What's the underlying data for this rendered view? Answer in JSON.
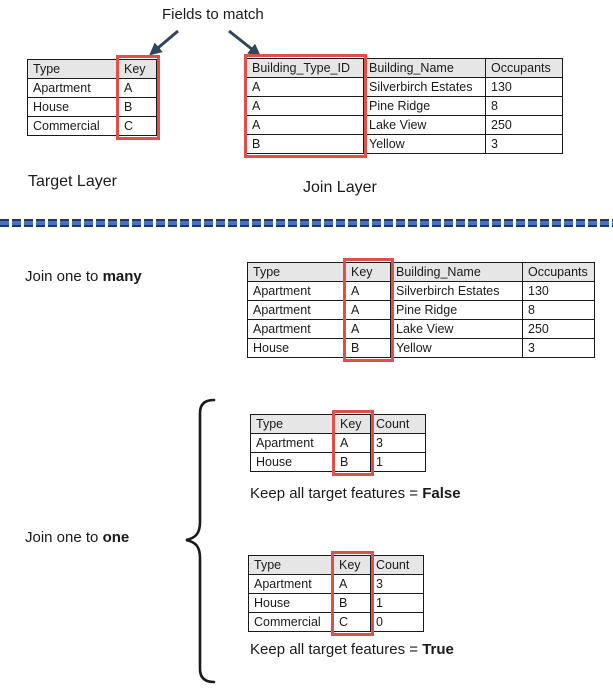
{
  "title": "Fields to match",
  "colors": {
    "highlight_red": "#E0504A",
    "arrow_navy": "#31455C",
    "dash_blue": "#4472C4",
    "dash_dark_navy": "#1F3864",
    "header_gray": "#E7E6E6"
  },
  "target_layer": {
    "label": "Target Layer",
    "table": {
      "headers": [
        "Type",
        "Key"
      ],
      "rows": [
        [
          "Apartment",
          "A"
        ],
        [
          "House",
          "B"
        ],
        [
          "Commercial",
          "C"
        ]
      ],
      "highlight_col": 1
    }
  },
  "join_layer": {
    "label": "Join Layer",
    "table": {
      "headers": [
        "Building_Type_ID",
        "Building_Name",
        "Occupants"
      ],
      "rows": [
        [
          "A",
          "Silverbirch Estates",
          "130"
        ],
        [
          "A",
          "Pine Ridge",
          "8"
        ],
        [
          "A",
          "Lake View",
          "250"
        ],
        [
          "B",
          "Yellow",
          "3"
        ]
      ],
      "highlight_col": 0
    }
  },
  "one_to_many": {
    "label_prefix": "Join one to ",
    "label_bold": "many",
    "table": {
      "headers": [
        "Type",
        "Key",
        "Building_Name",
        "Occupants"
      ],
      "rows": [
        [
          "Apartment",
          "A",
          "Silverbirch Estates",
          "130"
        ],
        [
          "Apartment",
          "A",
          "Pine Ridge",
          "8"
        ],
        [
          "Apartment",
          "A",
          "Lake View",
          "250"
        ],
        [
          "House",
          "B",
          "Yellow",
          "3"
        ]
      ],
      "highlight_col": 1
    }
  },
  "one_to_one": {
    "label_prefix": "Join one to ",
    "label_bold": "one",
    "false_case": {
      "caption_prefix": "Keep all target features = ",
      "caption_bold": "False",
      "table": {
        "headers": [
          "Type",
          "Key",
          "Count"
        ],
        "rows": [
          [
            "Apartment",
            "A",
            "3"
          ],
          [
            "House",
            "B",
            "1"
          ]
        ],
        "highlight_col": 1
      }
    },
    "true_case": {
      "caption_prefix": "Keep all target features = ",
      "caption_bold": "True",
      "table": {
        "headers": [
          "Type",
          "Key",
          "Count"
        ],
        "rows": [
          [
            "Apartment",
            "A",
            "3"
          ],
          [
            "House",
            "B",
            "1"
          ],
          [
            "Commercial",
            "C",
            "0"
          ]
        ],
        "highlight_col": 1
      }
    }
  }
}
